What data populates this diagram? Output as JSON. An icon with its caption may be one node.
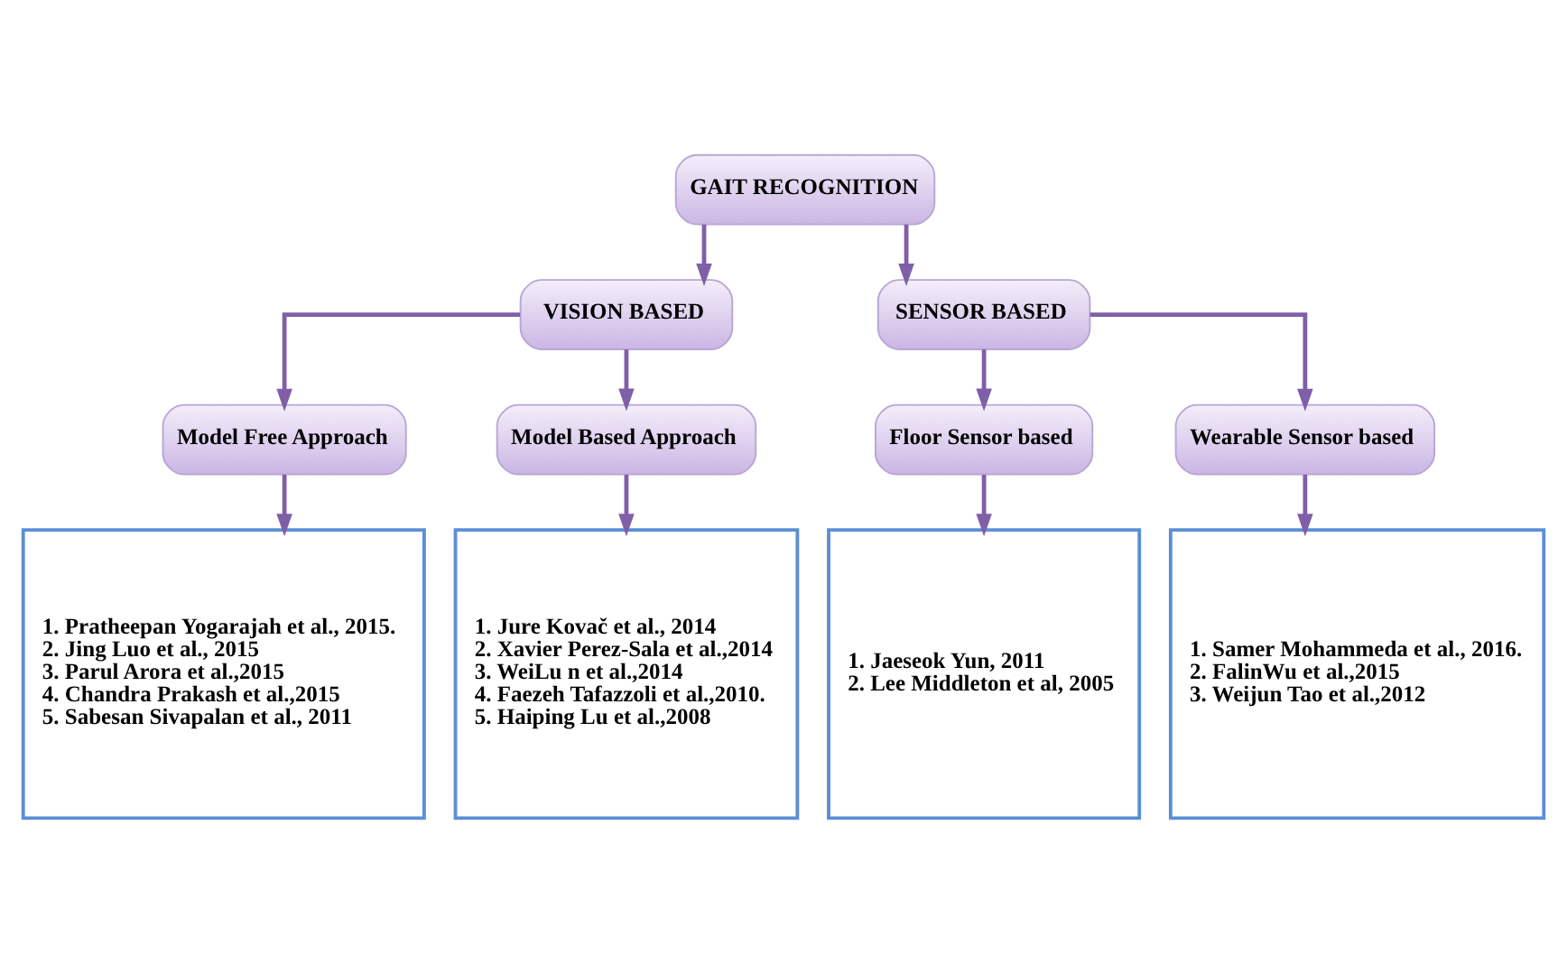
{
  "diagram": {
    "nodes": [
      {
        "text": [
          "GAIT RECOGNITION"
        ]
      },
      {
        "text": [
          "VISION BASED"
        ]
      },
      {
        "text": [
          "SENSOR BASED"
        ]
      },
      {
        "text": [
          "Model Free Approach"
        ]
      },
      {
        "text": [
          "Model Based Approach"
        ]
      },
      {
        "text": [
          "Floor Sensor based"
        ]
      },
      {
        "text": [
          "Wearable Sensor based"
        ]
      },
      {
        "text": [
          "1. Pratheepan Yogarajah et al., 2015.",
          "2. Jing Luo et al., 2015",
          "3. Parul Arora et al.,2015",
          "4. Chandra Prakash et al.,2015",
          "5. Sabesan Sivapalan et al., 2011"
        ]
      },
      {
        "text": [
          "1. Jure Kovač et al., 2014",
          "2. Xavier Perez-Sala et al.,2014",
          "3. WeiLu n et al.,2014",
          "4. Faezeh Tafazzoli et al.,2010.",
          "5. Haiping Lu et al.,2008"
        ]
      },
      {
        "text": [
          "1. Jaeseok Yun, 2011",
          "2. Lee Middleton et al, 2005"
        ]
      },
      {
        "text": [
          "1. Samer Mohammeda et al., 2016.",
          "2. FalinWu et al.,2015",
          "3. Weijun Tao et al.,2012"
        ]
      }
    ],
    "edges": [
      {
        "from": 0,
        "to": 1,
        "arrow": "to"
      },
      {
        "from": 0,
        "to": 2,
        "arrow": "to"
      },
      {
        "from": 1,
        "to": 3,
        "arrow": "to"
      },
      {
        "from": 1,
        "to": 4,
        "arrow": "to"
      },
      {
        "from": 2,
        "to": 5,
        "arrow": "to"
      },
      {
        "from": 2,
        "to": 6,
        "arrow": "to"
      },
      {
        "from": 3,
        "to": 7,
        "arrow": "to"
      },
      {
        "from": 4,
        "to": 8,
        "arrow": "to"
      },
      {
        "from": 5,
        "to": 9,
        "arrow": "to"
      },
      {
        "from": 6,
        "to": 10,
        "arrow": "to"
      }
    ]
  }
}
